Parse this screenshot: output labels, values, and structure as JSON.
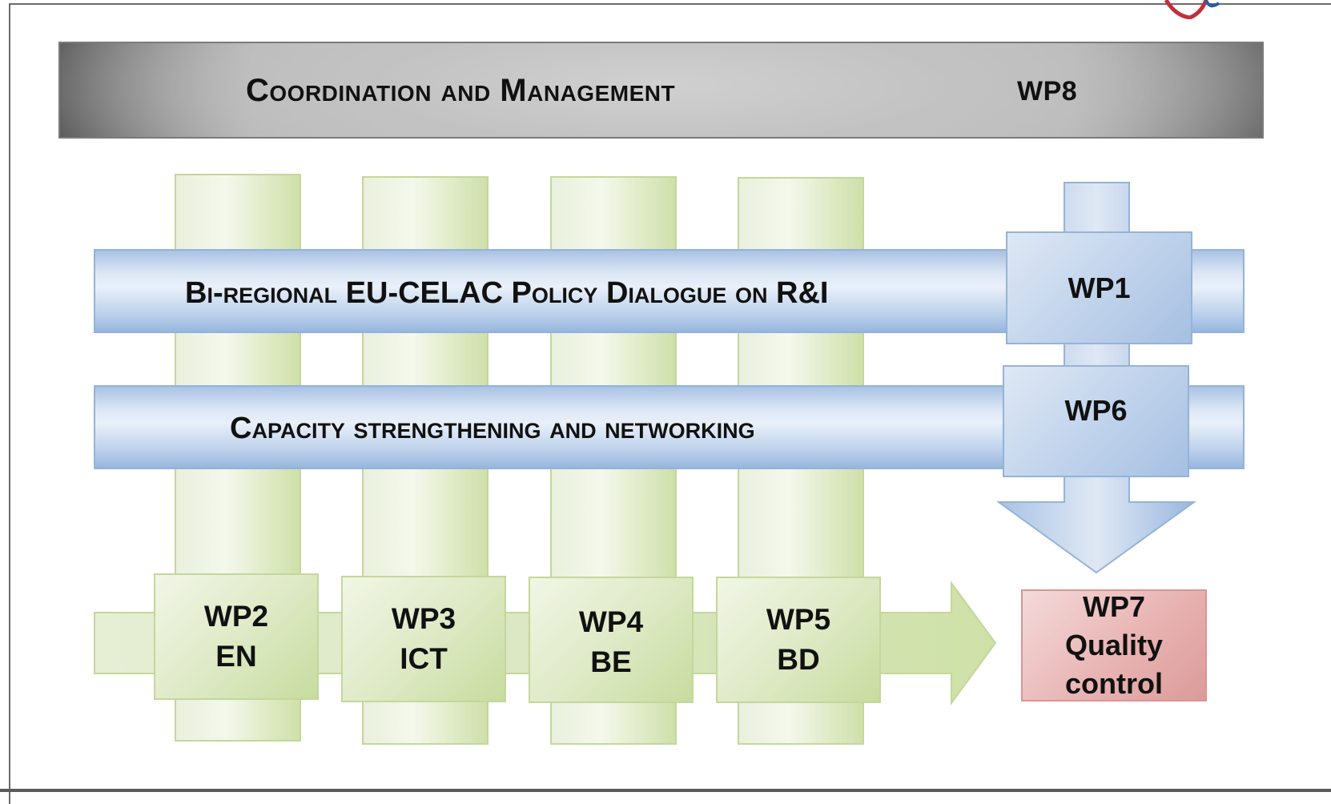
{
  "management": {
    "title": "Coordination and Management",
    "wp": "WP8"
  },
  "policy_band": {
    "title": "Bi-regional EU-CELAC Policy Dialogue on R&I",
    "wp": "WP1"
  },
  "capacity_band": {
    "title": "Capacity strengthening and networking",
    "wp": "WP6"
  },
  "thematic": [
    {
      "wp": "WP2",
      "code": "EN"
    },
    {
      "wp": "WP3",
      "code": "ICT"
    },
    {
      "wp": "WP4",
      "code": "BE"
    },
    {
      "wp": "WP5",
      "code": "BD"
    }
  ],
  "quality": {
    "wp": "WP7",
    "line1": "Quality",
    "line2": "control"
  },
  "colors": {
    "management": "#c0c0c0",
    "blue_bands": "#b9cfea",
    "green_columns": "#d7e4bd",
    "quality_box": "#e6b9b8"
  }
}
